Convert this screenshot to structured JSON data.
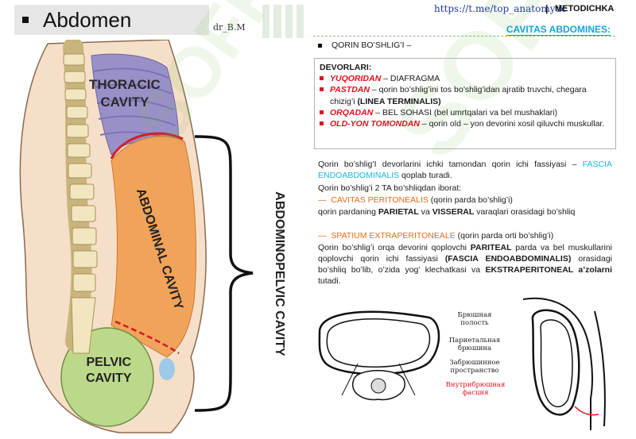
{
  "left": {
    "title": "Abdomen",
    "author": "dr_B.M",
    "labels": {
      "thoracic_1": "THORACIC",
      "thoracic_2": "CAVITY",
      "abdominal": "ABDOMINAL CAVITY",
      "pelvic_1": "PELVIC",
      "pelvic_2": "CAVITY",
      "abdominopelvic": "ABDOMINOPELVIC CAVITY"
    },
    "watermark": "SOFF"
  },
  "header": {
    "link": "https://t.me/top_anatomydc",
    "separator": "|",
    "brand": "METODICHKA"
  },
  "section_title": "CAVITAS ABDOMINES:",
  "qorin_heading": "QORIN BO’SHLIG’I –",
  "devorlari": {
    "heading": "DEVORLARI:",
    "items": [
      {
        "key": "YUQORIDAN",
        "dash": " – ",
        "text": "DIAFRAGMA",
        "bold": ""
      },
      {
        "key": "PASTDAN",
        "dash": " – ",
        "text": "qorin bo’shlig’ini tos bo’shlig’idan ajratib truvchi, chegara chizig’i ",
        "bold": "(LINEA TERMINALIS)"
      },
      {
        "key": "ORQADAN",
        "dash": " – ",
        "text": "BEL SOHASI (bel umrtqalari va bel mushaklari)",
        "bold": ""
      },
      {
        "key": "OLD-YON TOMONDAN",
        "dash": " – ",
        "text": "qorin old – yon devorini xosil qiluvchi muskullar.",
        "bold": ""
      }
    ]
  },
  "paragraphs": {
    "p1_a": "Qorin bo’shlig’I devorlarini ichki tamondan qorin ichi fassiyasi – ",
    "p1_fascia": "FASCIA ENDOABDOMINALIS",
    "p1_b": " qoplab turadi.",
    "p2": "Qorin bo’shlig’i 2 TA bo’shliqdan iborat:",
    "p3_dash": "—",
    "p3_name": "CAVITAS PERITONEALIS",
    "p3_rest": " (qorin parda bo’shlig’i)",
    "p4_a": "qorin pardaning ",
    "p4_b1": "PARIETAL",
    "p4_c": " va ",
    "p4_b2": "VISSERAL",
    "p4_d": " varaqlari orasidagi bo’shliq",
    "p5_dash": "—",
    "p5_name": "SPATIUM EXTRAPERITONEALE",
    "p5_rest": " (qorin parda orti bo’shlig’i)",
    "p6_a": "Qorin bo’shlig’i orqa devorini qoplovchi ",
    "p6_b1": "PARITEAL",
    "p6_c": " parda va bel muskullarini qoplovchi qorin ichi fassiyasi ",
    "p6_b2": "(FASCIA ENDOABDOMINALIS)",
    "p6_d": " orasidagi bo’shliq bo’lib, o’zida yog’ klechatkasi va ",
    "p6_b3": "EKSTRAPERITONEAL a’zolarni",
    "p6_e": " tutadi."
  },
  "diagram_labels": {
    "l1": "Брюшная полость",
    "l2": "Париетальная брюшина",
    "l3": "Забрюшинное пространство",
    "l4": "Внутрибрюшная фасция"
  }
}
